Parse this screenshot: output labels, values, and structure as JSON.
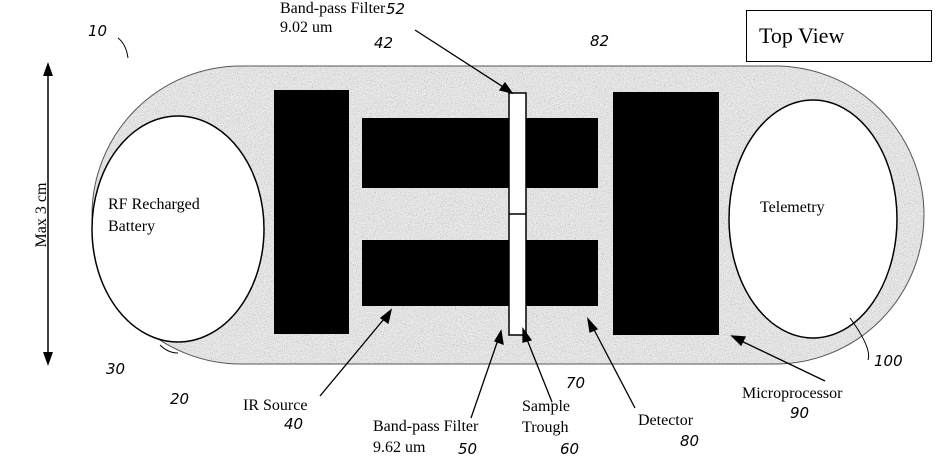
{
  "view_label": "Top View",
  "dimension_label": "Max 3 cm",
  "components": {
    "battery": "RF Recharged Battery",
    "battery_line1": "RF Recharged",
    "battery_line2": "Battery",
    "telemetry": "Telemetry",
    "filter_top_line1": "Band-pass Filter",
    "filter_top_line2": "9.02 um",
    "ir_source": "IR Source",
    "filter_bottom_line1": "Band-pass Filter",
    "filter_bottom_line2": "9.62 um",
    "sample_line1": "Sample",
    "sample_line2": "Trough",
    "detector": "Detector",
    "microprocessor": "Microprocessor"
  },
  "refs": {
    "device": "10",
    "housing": "20",
    "battery": "30",
    "ir_source": "40",
    "top_filter_ref": "42",
    "filter_bottom": "50",
    "filter_top": "52",
    "sample_trough": "60",
    "sample_ref": "70",
    "detector": "80",
    "housing_ref": "82",
    "microprocessor": "90",
    "telemetry": "100"
  },
  "colors": {
    "housing": "#8a8a8a",
    "block": "#000000",
    "lens": "#ffffff"
  }
}
